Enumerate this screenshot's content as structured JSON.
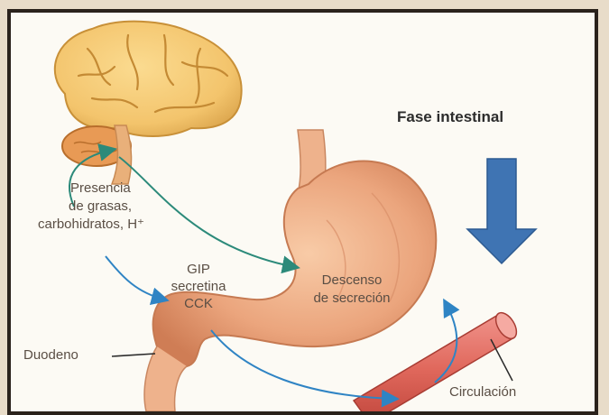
{
  "title": "Fase intestinal",
  "labels": {
    "stimulus_line1": "Presencia",
    "stimulus_line2": "de grasas,",
    "stimulus_line3": "carbohidratos, H⁺",
    "hormones_line1": "GIP",
    "hormones_line2": "secretina",
    "hormones_line3": "CCK",
    "effect_line1": "Descenso",
    "effect_line2": "de secreción",
    "duodeno": "Duodeno",
    "circulacion": "Circulación"
  },
  "icons": {
    "brain": "brain-icon",
    "stomach": "stomach-icon",
    "vessel": "blood-vessel-icon",
    "down_arrow": "down-arrow-icon"
  },
  "colors": {
    "arrow_blue": "#3f74b3",
    "path_arrow": "#2f84c4",
    "brain": "#f3c46c",
    "stomach": "#eba57d",
    "vessel": "#e0685c"
  }
}
